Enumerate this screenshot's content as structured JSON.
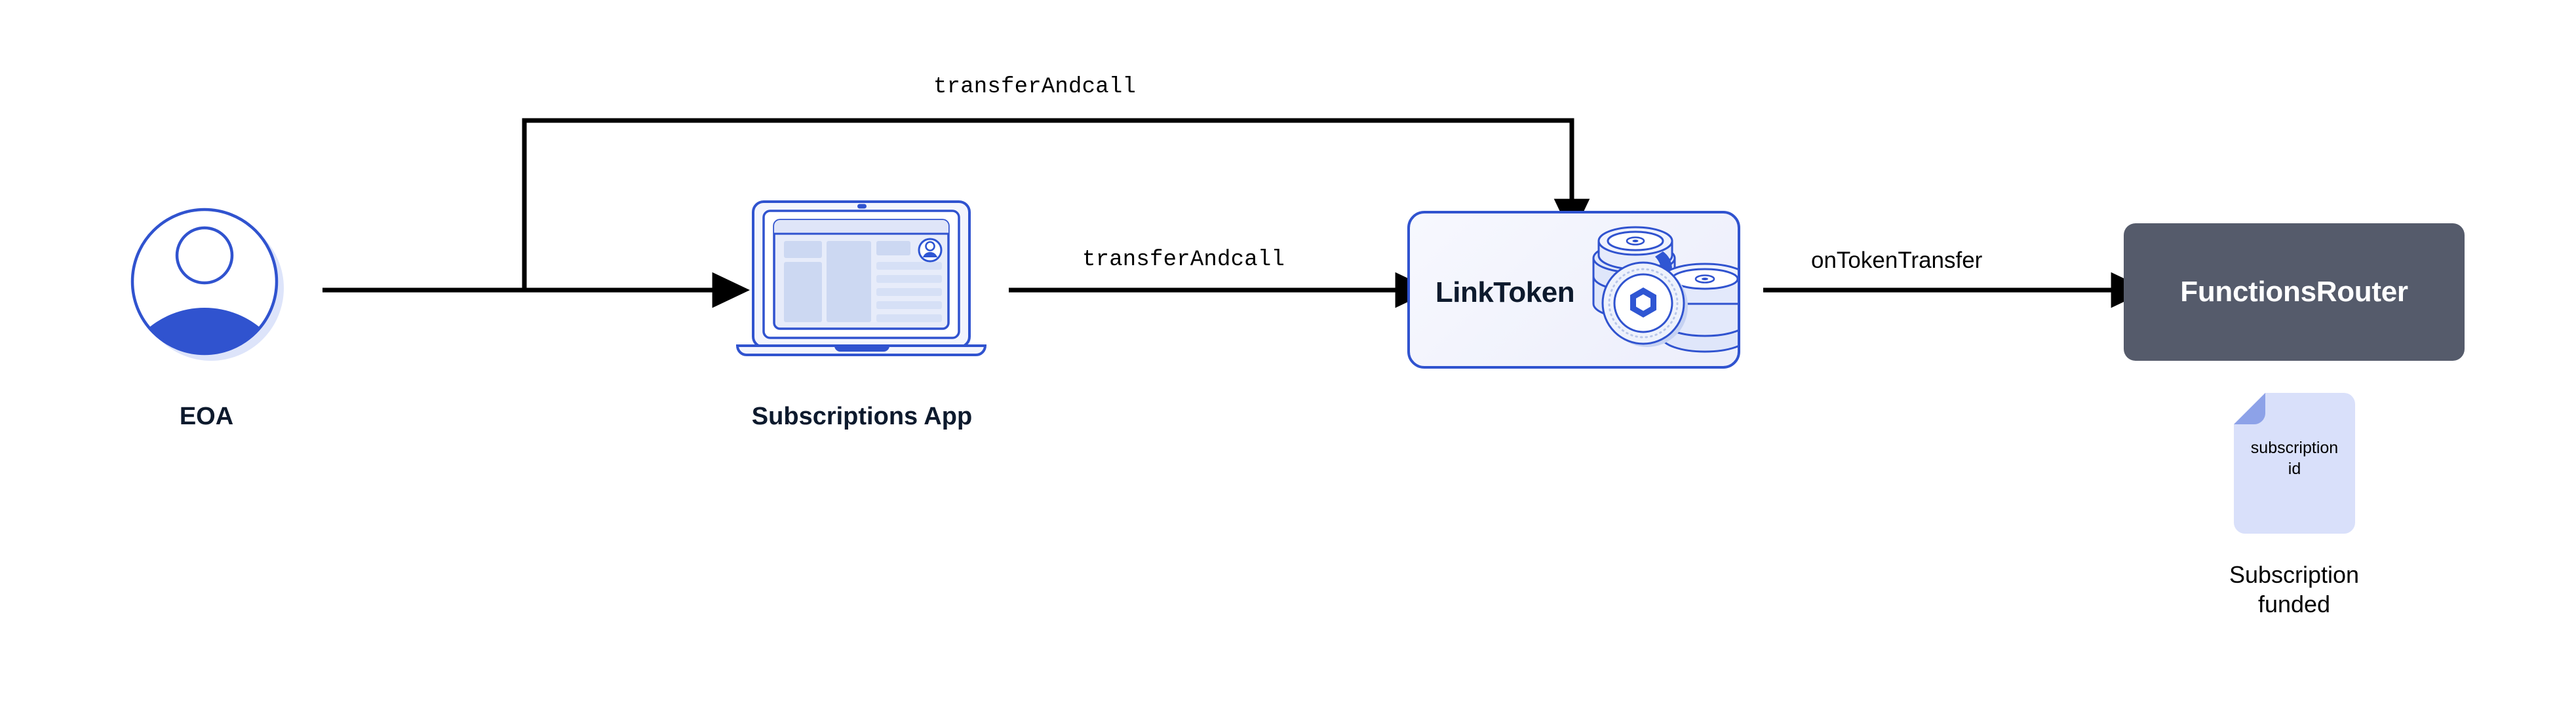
{
  "diagram": {
    "title": "Chainlink Functions subscription funding flow",
    "background": "#ffffff"
  },
  "nodes": {
    "eoa": {
      "label": "EOA",
      "icon": "user-avatar-icon",
      "kind": "actor"
    },
    "subscriptions_app": {
      "label": "Subscriptions App",
      "icon": "laptop-icon",
      "kind": "application"
    },
    "link_token": {
      "label": "LinkToken",
      "icon": "link-coins-icon",
      "kind": "contract",
      "border_color": "#3053cf",
      "fill_color": "#f1f3fc",
      "text_color": "#0d1a2d"
    },
    "functions_router": {
      "label": "FunctionsRouter",
      "kind": "contract",
      "fill_color": "#555b6b",
      "text_color": "#ffffff"
    },
    "subscription_doc": {
      "doc_text_line1": "subscription",
      "doc_text_line2": "id",
      "caption_line1": "Subscription",
      "caption_line2": "funded",
      "icon": "document-icon",
      "fill_color": "#d9e0fa",
      "fold_color": "#8da2e8"
    }
  },
  "edges": [
    {
      "id": "eoa-to-app",
      "label": "",
      "from": "eoa",
      "to": "subscriptions_app",
      "style": "solid-arrow"
    },
    {
      "id": "eoa-to-linktoken-top",
      "label": "transferAndcall",
      "from": "eoa",
      "to": "link_token",
      "style": "orthogonal-arrow",
      "font": "mono"
    },
    {
      "id": "app-to-linktoken",
      "label": "transferAndcall",
      "from": "subscriptions_app",
      "to": "link_token",
      "style": "solid-arrow",
      "font": "mono"
    },
    {
      "id": "linktoken-to-router",
      "label": "onTokenTransfer",
      "from": "link_token",
      "to": "functions_router",
      "style": "solid-arrow",
      "font": "sans"
    }
  ],
  "colors": {
    "accent_blue": "#3053cf",
    "deep_blue": "#2f56d3",
    "light_blue_fill": "#dde4fa",
    "pale_blue_fill": "#eef1fd",
    "slate": "#555b6b",
    "navy_text": "#0d1a2d",
    "line_black": "#000000"
  }
}
